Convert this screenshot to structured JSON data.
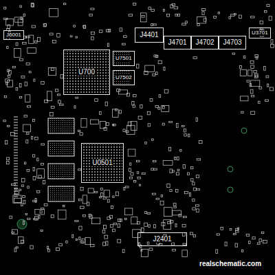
{
  "diagram": {
    "nodes": [
      {
        "text": [
          "J6001"
        ]
      },
      {
        "text": [
          "J4401"
        ]
      },
      {
        "text": [
          "J4701"
        ]
      },
      {
        "text": [
          "J4702"
        ]
      },
      {
        "text": [
          "J4703"
        ]
      },
      {
        "text": [
          "U3701"
        ]
      },
      {
        "text": [
          "U700"
        ]
      },
      {
        "text": [
          "U7501"
        ]
      },
      {
        "text": [
          "U7502"
        ]
      },
      {
        "text": [
          "U0501"
        ]
      },
      {
        "text": [
          "J2401"
        ]
      }
    ],
    "edges": [],
    "labels": [
      "realschematic.com"
    ]
  }
}
